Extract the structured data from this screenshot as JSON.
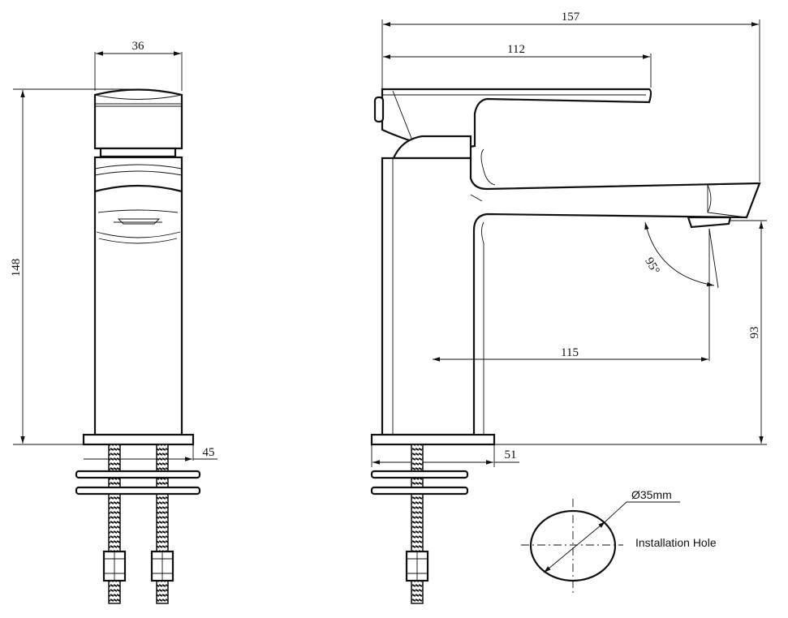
{
  "drawing": {
    "front_view": {
      "width_dim": "36",
      "height_dim": "148",
      "base_spacing_dim": "45"
    },
    "side_view": {
      "overall_length_dim": "157",
      "lever_length_dim": "112",
      "spout_reach_dim": "115",
      "spout_height_dim": "93",
      "base_dim": "51",
      "angle_dim": "95°"
    },
    "installation_hole": {
      "diameter_label": "Ø35mm",
      "title": "Installation Hole"
    }
  }
}
